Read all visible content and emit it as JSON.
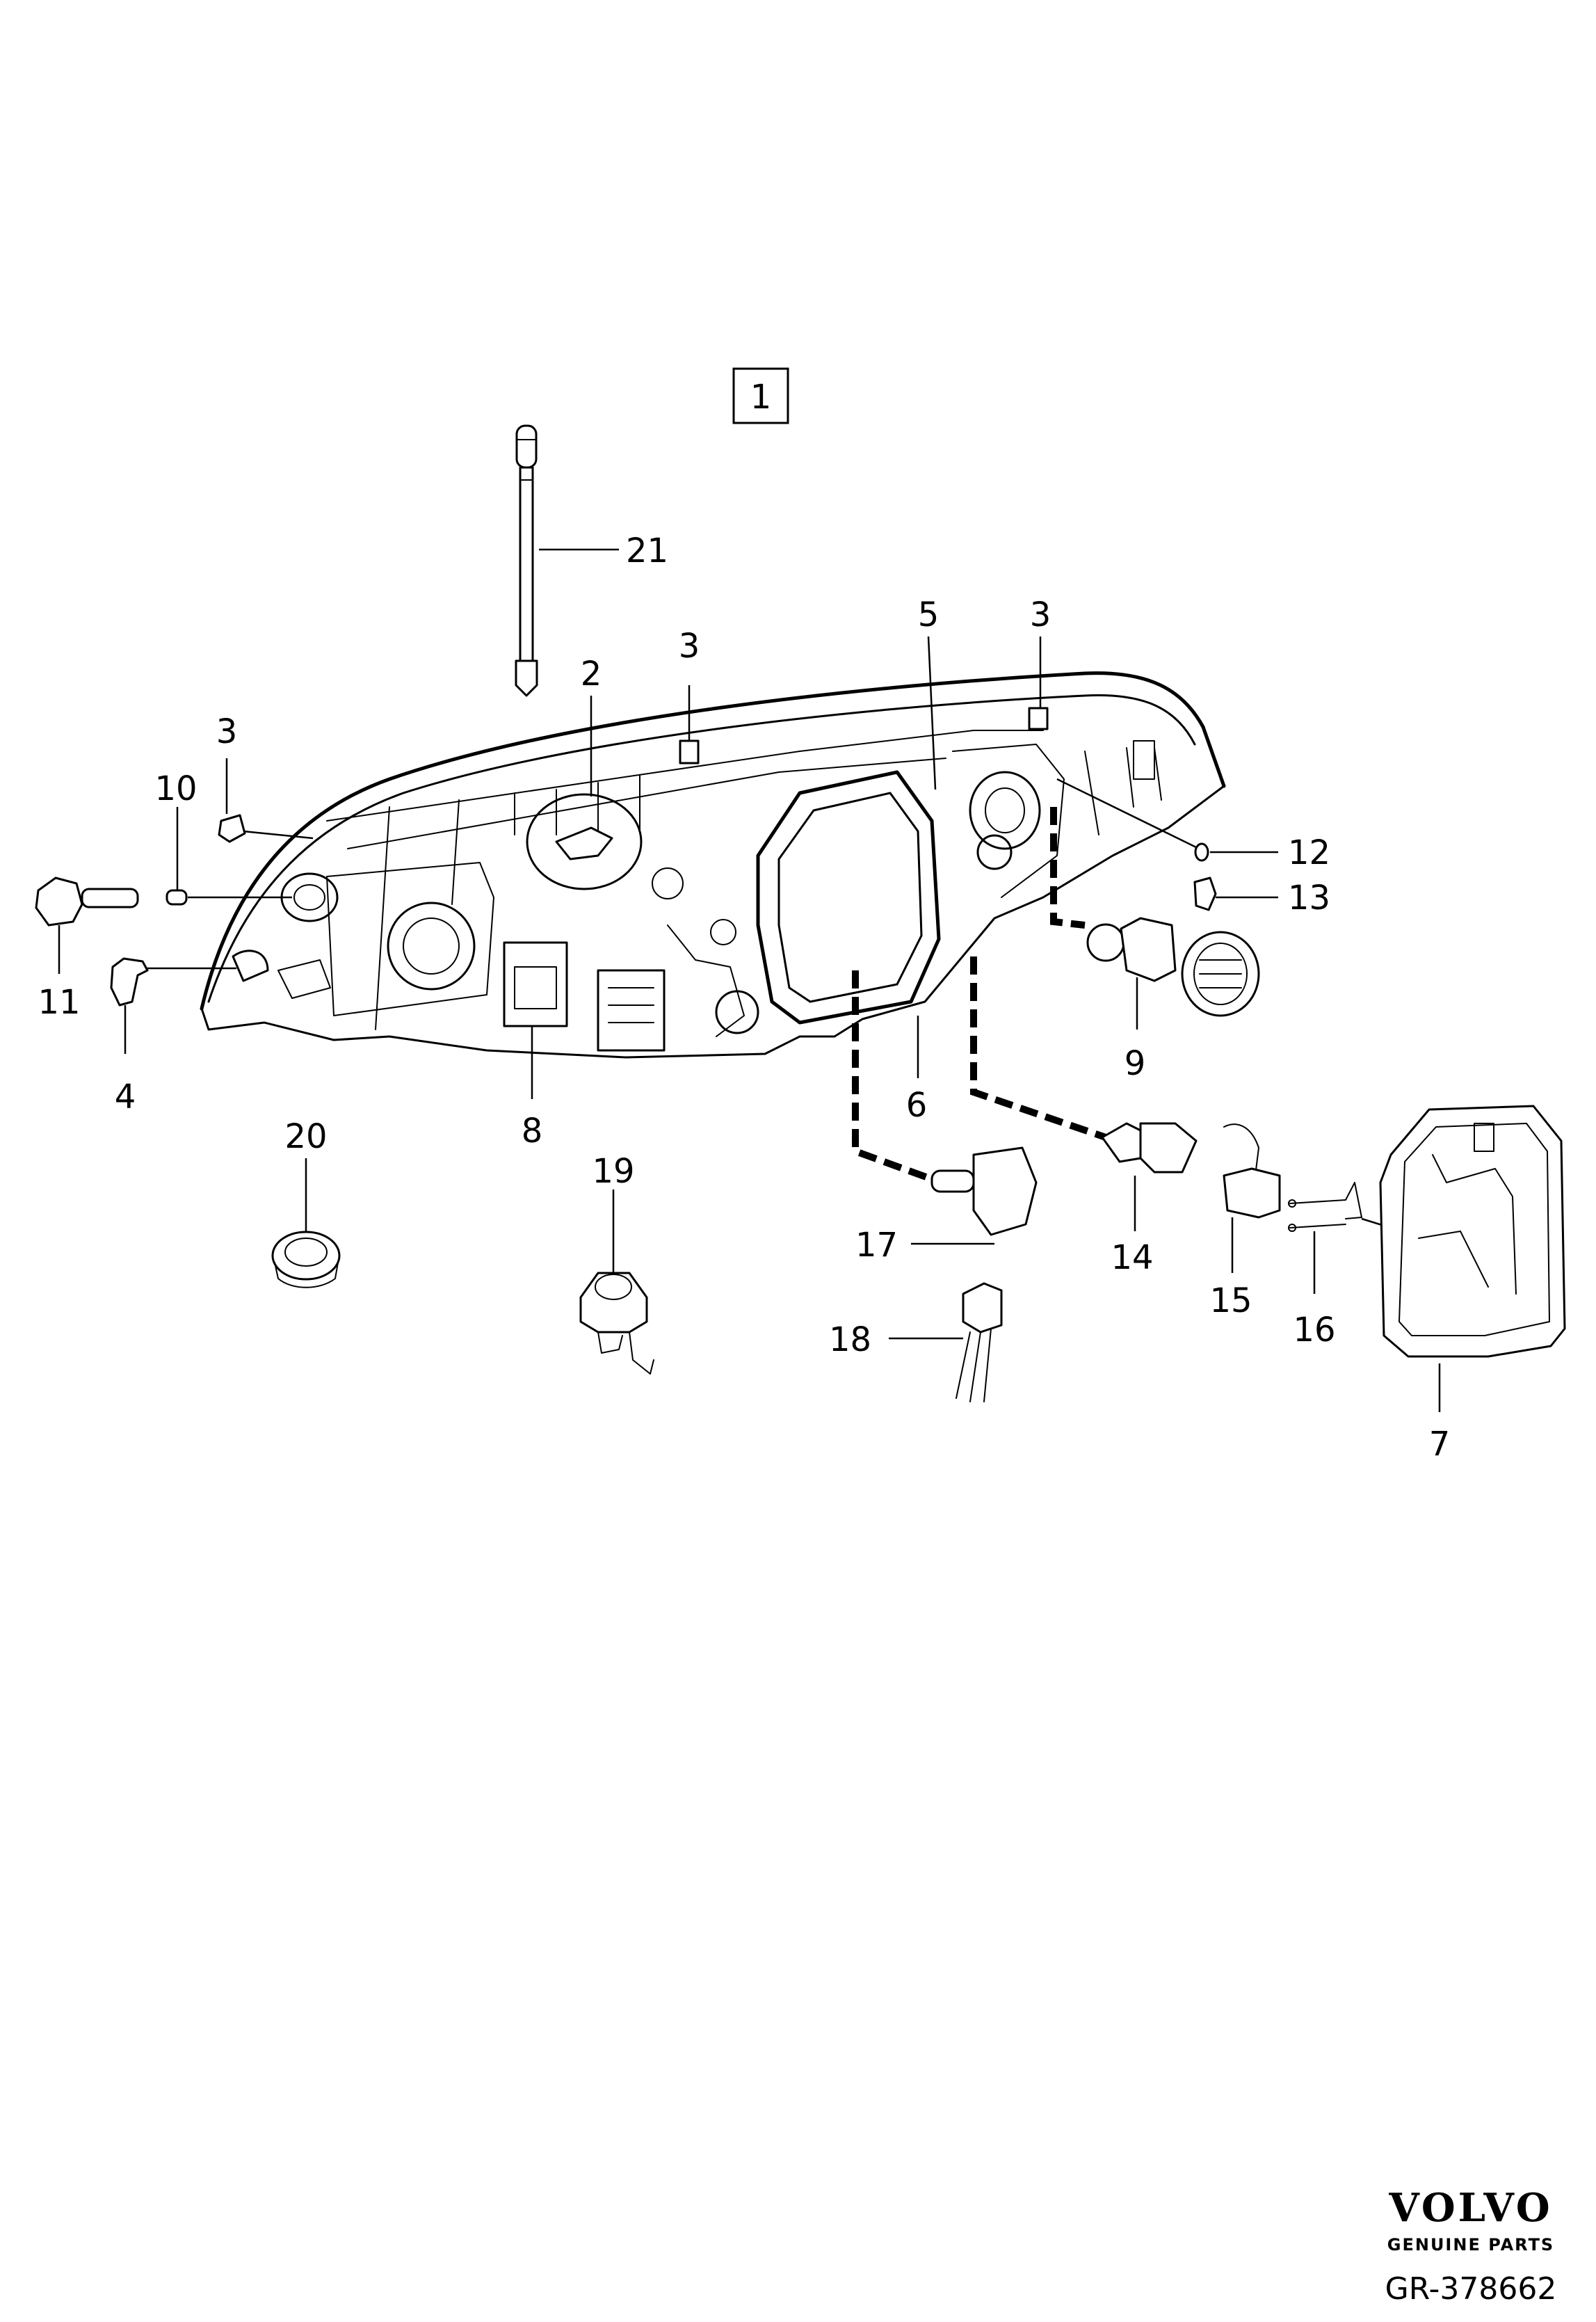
{
  "diagram": {
    "callouts": {
      "c1": "1",
      "c2": "2",
      "c3a": "3",
      "c3b": "3",
      "c3c": "3",
      "c4": "4",
      "c5": "5",
      "c6": "6",
      "c7": "7",
      "c8": "8",
      "c9": "9",
      "c10": "10",
      "c11": "11",
      "c12": "12",
      "c13": "13",
      "c14": "14",
      "c15": "15",
      "c16": "16",
      "c17": "17",
      "c18": "18",
      "c19": "19",
      "c20": "20",
      "c21": "21"
    }
  },
  "brand": {
    "logo_text": "VOLVO",
    "logo_subtext": "GENUINE PARTS"
  },
  "reference": "GR-378662"
}
